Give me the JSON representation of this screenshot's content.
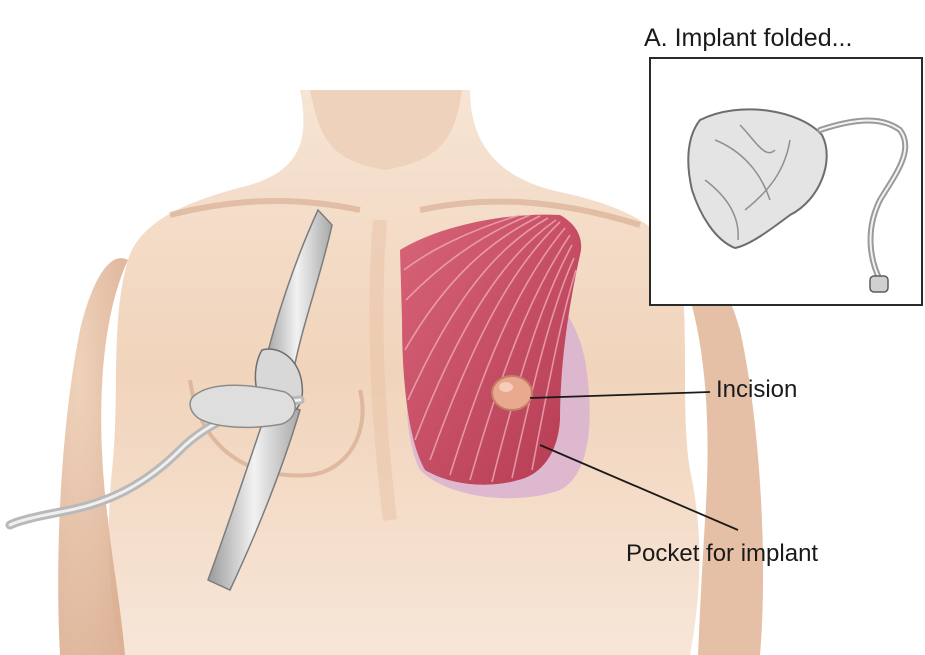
{
  "inset": {
    "title": "A. Implant folded..."
  },
  "labels": {
    "incision": "Incision",
    "pocket": "Pocket for implant"
  },
  "colors": {
    "skin_light": "#f4dcc8",
    "skin_mid": "#e9c3a5",
    "skin_shadow": "#c9967a",
    "muscle": "#c4485e",
    "muscle_light": "#e07e8d",
    "pocket": "#dcb2cf",
    "instrument": "#cfcfcf",
    "leader": "#1a1a1a"
  }
}
